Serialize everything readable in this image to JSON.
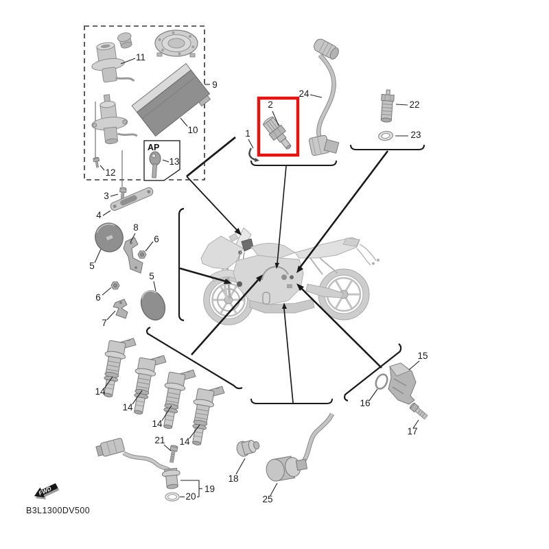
{
  "code": "B3L1300DV500",
  "fwd": "FWD",
  "ap": "AP",
  "highlight_color": "#e01515",
  "parts": {
    "1": "1",
    "2": "2",
    "3": "3",
    "4": "4",
    "5": "5",
    "6": "6",
    "7": "7",
    "8": "8",
    "9": "9",
    "10": "10",
    "11": "11",
    "12": "12",
    "13": "13",
    "14": "14",
    "15": "15",
    "16": "16",
    "17": "17",
    "18": "18",
    "19": "19",
    "20": "20",
    "21": "21",
    "22": "22",
    "23": "23",
    "24": "24",
    "25": "25"
  }
}
